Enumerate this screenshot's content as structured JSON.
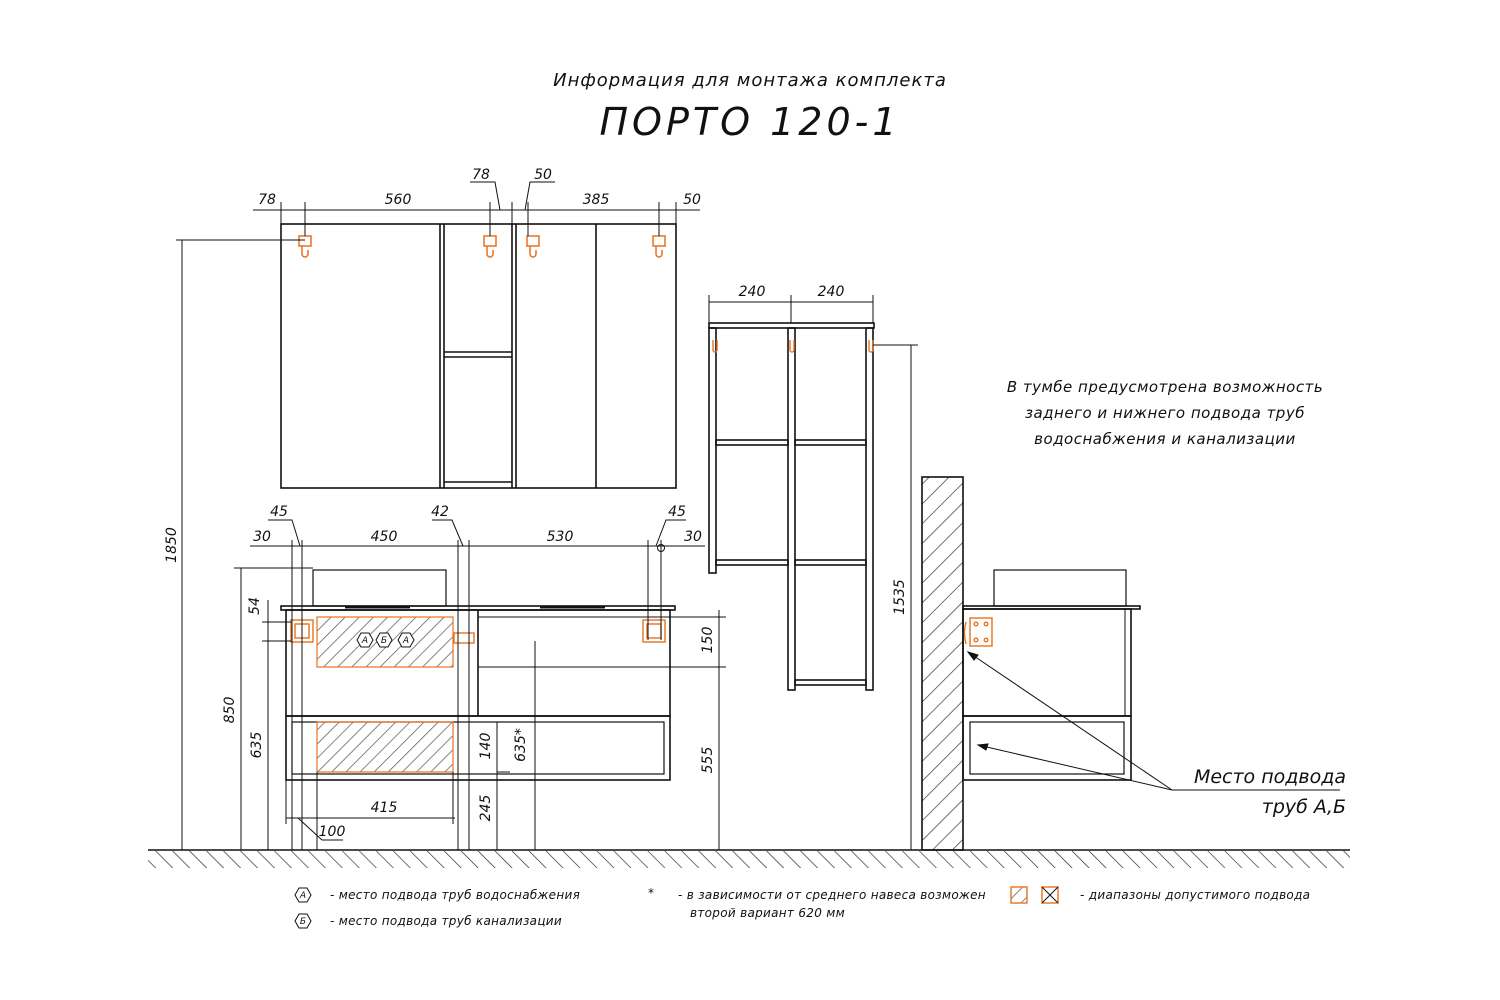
{
  "title": {
    "line1": "Информация для монтажа комплекта",
    "line2": "ПОРТО 120-1"
  },
  "dimensions": {
    "mirror_top": [
      "78",
      "560",
      "78",
      "50",
      "385",
      "50"
    ],
    "shelf_top": [
      "240",
      "240"
    ],
    "vanity_top": [
      "45",
      "30",
      "450",
      "42",
      "530",
      "45",
      "30"
    ],
    "heights": {
      "overall": "1850",
      "vanity": "850",
      "top_offset": "54",
      "pipe_a": "635",
      "pipe_b": "245",
      "range_height": "140",
      "alt_height": "635*",
      "zone_150": "150",
      "zone_555": "555",
      "shelf_height": "1535"
    },
    "bottom": [
      "415",
      "100"
    ]
  },
  "notes": {
    "info": [
      "В тумбе предусмотрена возможность",
      "заднего и нижнего подвода труб",
      "водоснабжения и канализации"
    ],
    "place": [
      "Место подвода",
      "труб А,Б"
    ]
  },
  "markers": {
    "a": "А",
    "b": "Б"
  },
  "legend": {
    "water": "- место подвода труб водоснабжения",
    "sewer": "- место подвода труб канализации",
    "asterisk": "*",
    "alt": [
      "- в зависимости от среднего навеса возможен",
      "второй вариант 620 мм"
    ],
    "ranges": "- диапазоны допустимого подвода"
  },
  "colors": {
    "accent": "#e8711e",
    "ink": "#111111"
  }
}
